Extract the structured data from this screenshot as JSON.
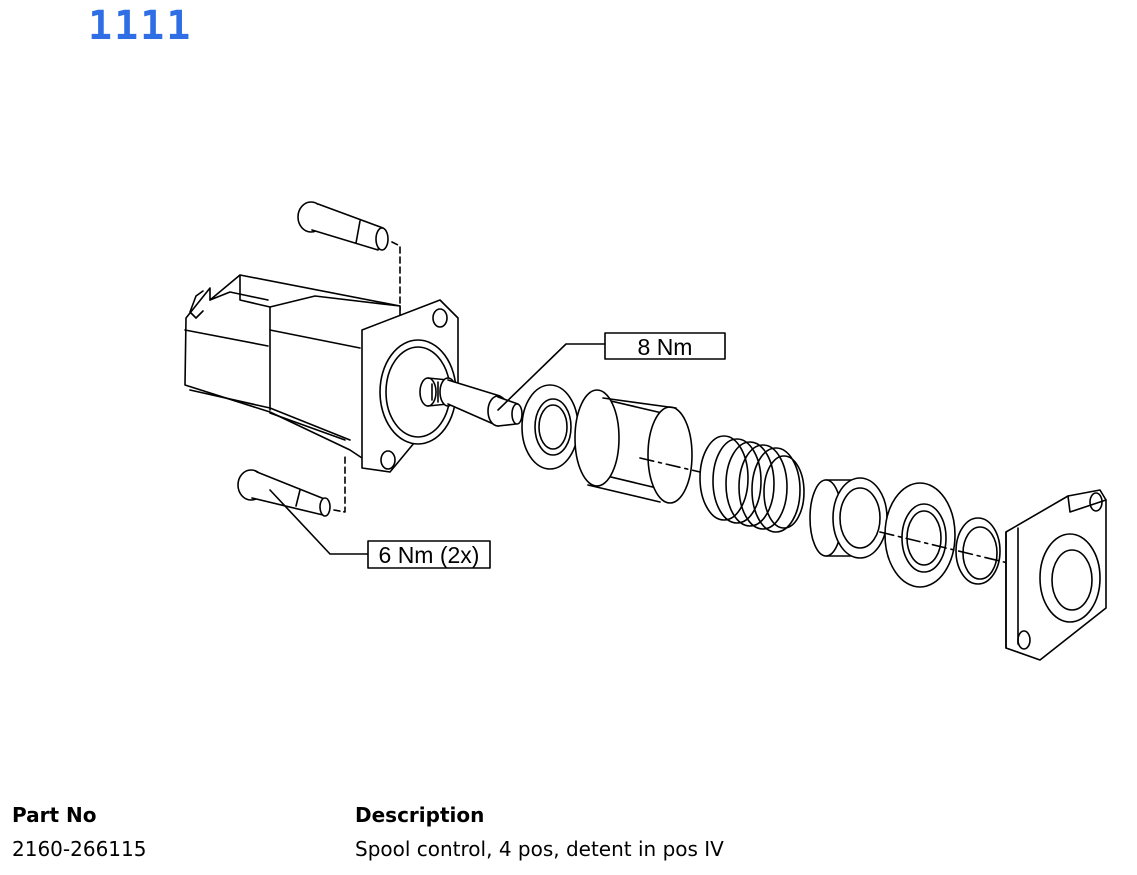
{
  "figure": {
    "number": "1111",
    "number_color": "#2f6ee5"
  },
  "drawing": {
    "torque_labels": {
      "spool": "8 Nm",
      "screws": "6 Nm (2x)"
    }
  },
  "parts_table": {
    "headers": {
      "part_no": "Part No",
      "description": "Description"
    },
    "rows": [
      {
        "part_no": "2160-266115",
        "description": "Spool control, 4 pos, detent in pos IV"
      }
    ]
  }
}
